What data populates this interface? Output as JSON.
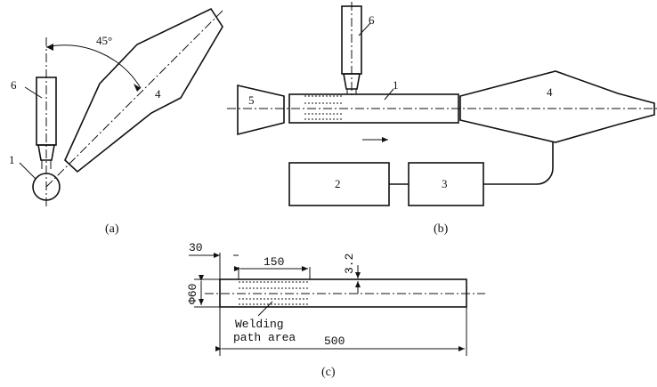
{
  "panel_a": {
    "caption": "(a)",
    "angle": "45°",
    "labels": {
      "workpiece": "1",
      "laser": "4",
      "torch": "6"
    }
  },
  "panel_b": {
    "caption": "(b)",
    "labels": {
      "workpiece": "1",
      "box_left": "2",
      "box_right": "3",
      "laser": "4",
      "chuck": "5",
      "torch": "6"
    },
    "motion_arrow": "right-arrow"
  },
  "panel_c": {
    "caption": "(c)",
    "dimensions": {
      "offset": "30",
      "path_length": "150",
      "wall": "3.2",
      "diameter": "Φ60",
      "total_length": "500"
    },
    "note_line1": "Welding",
    "note_line2": "path area"
  }
}
